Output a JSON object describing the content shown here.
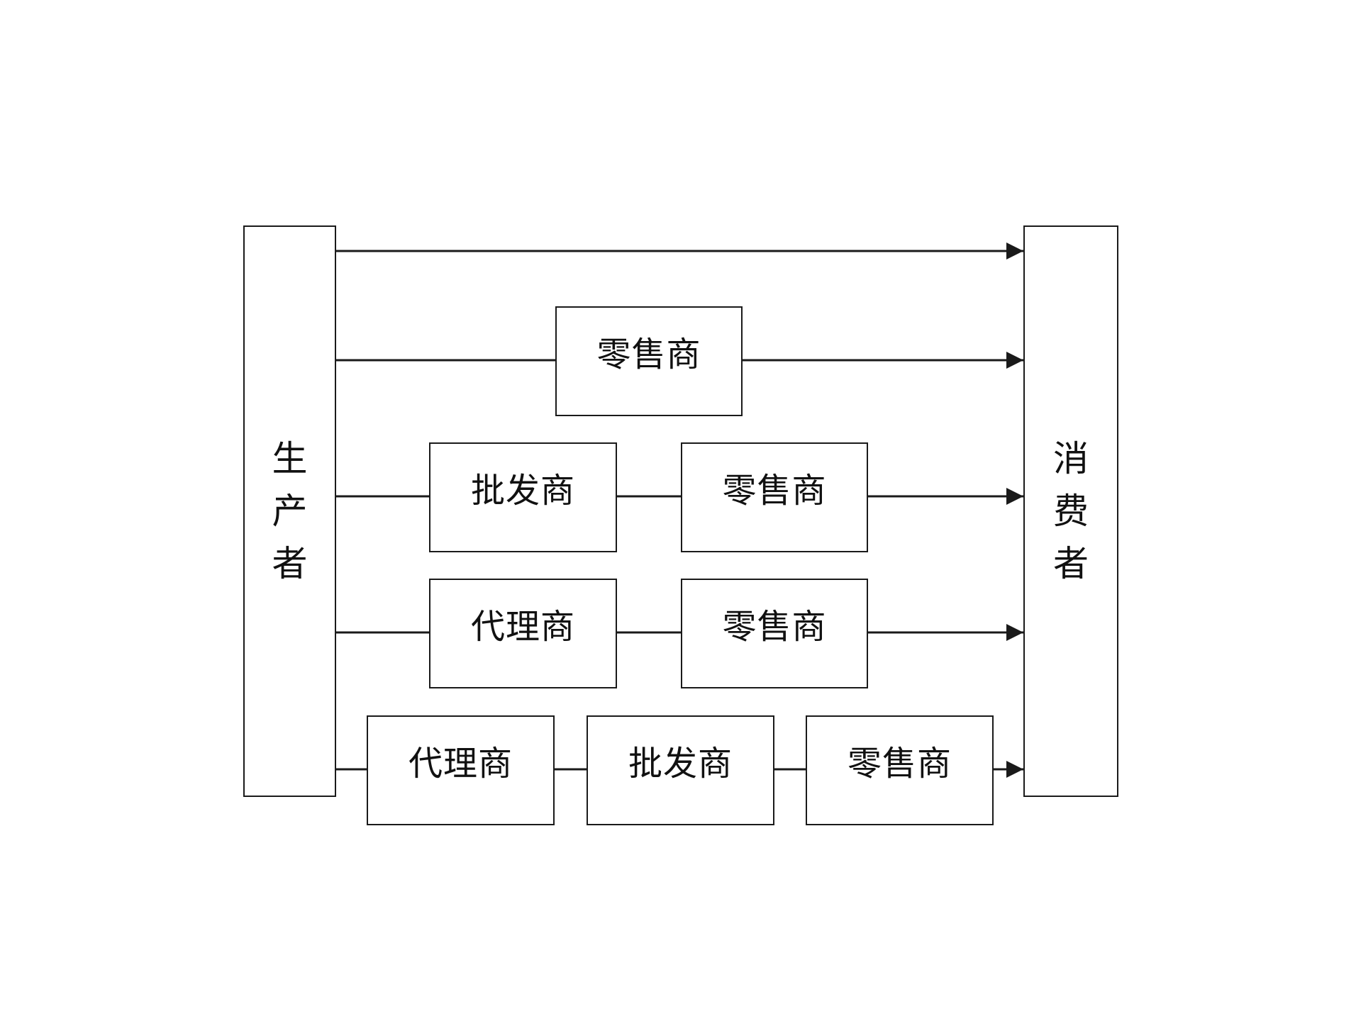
{
  "producer": {
    "label": "生产者"
  },
  "consumer": {
    "label": "消费者"
  },
  "channels": [
    {
      "intermediaries": []
    },
    {
      "intermediaries": [
        "零售商"
      ]
    },
    {
      "intermediaries": [
        "批发商",
        "零售商"
      ]
    },
    {
      "intermediaries": [
        "代理商",
        "零售商"
      ]
    },
    {
      "intermediaries": [
        "代理商",
        "批发商",
        "零售商"
      ]
    }
  ],
  "colors": {
    "stroke": "#1a1a1a",
    "background": "#ffffff"
  }
}
